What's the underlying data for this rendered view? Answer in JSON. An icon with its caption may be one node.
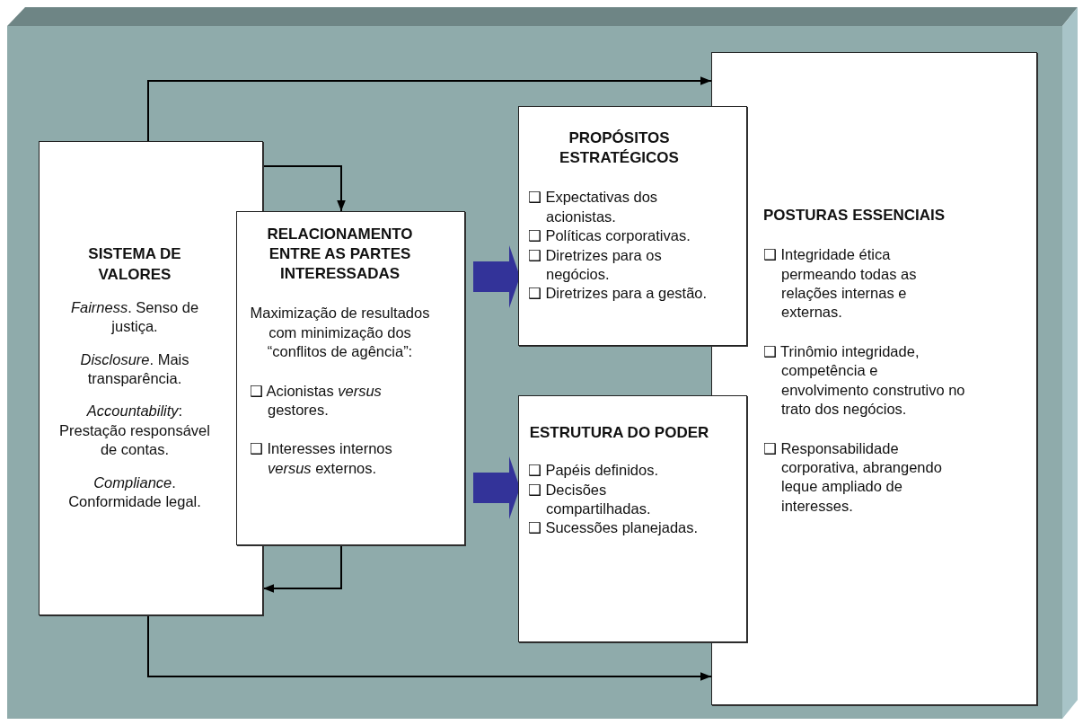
{
  "diagram": {
    "nodes": [
      {
        "text": [
          "SISTEMA DE VALORES",
          "*Fairness*. Senso de justiça.",
          "*Disclosure*. Mais transparência.",
          "*Accountability*: Prestação responsável de contas.",
          "*Compliance*. Conformidade legal."
        ]
      },
      {
        "text": [
          "RELACIONAMENTO ENTRE AS PARTES INTERESSADAS",
          "Maximização de resultados com minimização dos “conflitos de agência”:",
          "❑ Acionistas *versus* gestores.",
          "❑ Interesses internos *versus* externos."
        ]
      },
      {
        "text": [
          "PROPÓSITOS ESTRATÉGICOS",
          "❑ Expectativas dos acionistas.",
          "❑ Políticas corporativas.",
          "❑ Diretrizes para os negócios.",
          "❑ Diretrizes para a gestão."
        ]
      },
      {
        "text": [
          "ESTRUTURA DO PODER",
          "❑ Papéis definidos.",
          "❑ Decisões compartilhadas.",
          "❑ Sucessões planejadas."
        ]
      },
      {
        "text": [
          "POSTURAS ESSENCIAIS",
          "❑ Integridade ética permeando todas as relações internas e externas.",
          "❑ Trinômio integridade, competência e envolvimento construtivo no trato dos negócios.",
          "❑ Responsabilidade corporativa, abrangendo leque ampliado de interesses."
        ]
      }
    ],
    "edges": [
      {
        "from": 0,
        "to": 4,
        "arrow": "to"
      },
      {
        "from": 0,
        "to": 1,
        "arrow": "to"
      },
      {
        "from": 1,
        "to": 0,
        "arrow": "to"
      },
      {
        "from": 0,
        "to": 4,
        "arrow": "to"
      },
      {
        "from": 1,
        "to": 2,
        "arrow": "to",
        "style": "thick",
        "color": "#333399"
      },
      {
        "from": 1,
        "to": 3,
        "arrow": "to",
        "style": "thick",
        "color": "#333399"
      }
    ]
  }
}
